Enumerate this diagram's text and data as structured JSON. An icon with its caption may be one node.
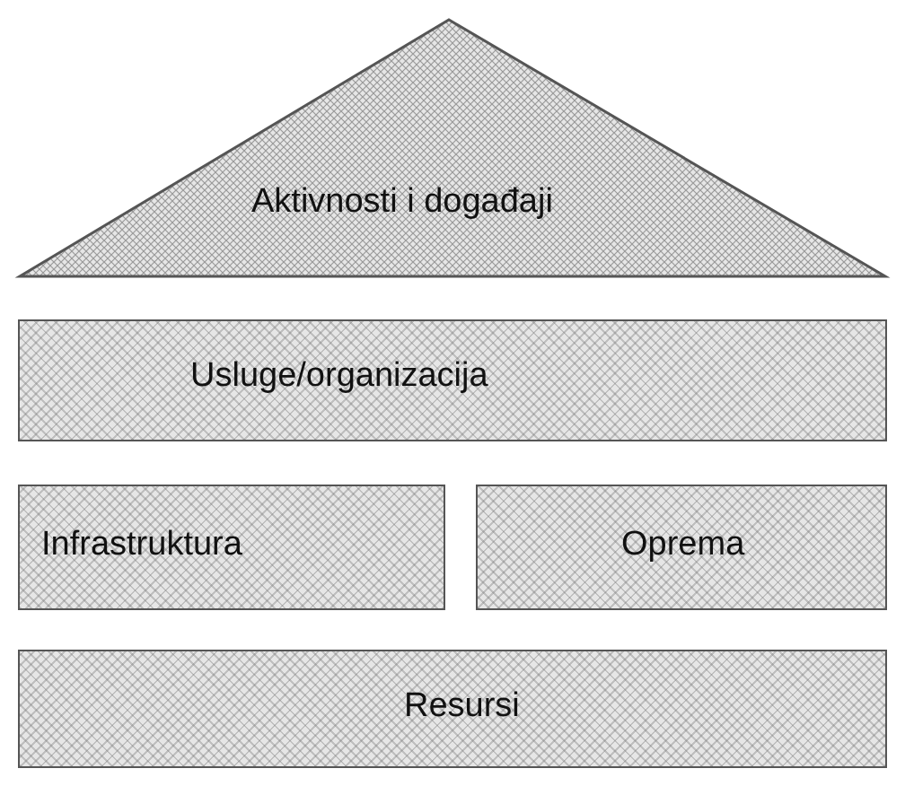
{
  "diagram": {
    "nodes": [
      {
        "text": [
          "Aktivnosti i događaji"
        ]
      },
      {
        "text": [
          "Usluge/organizacija"
        ]
      },
      {
        "text": [
          "Infrastruktura"
        ]
      },
      {
        "text": [
          "Oprema"
        ]
      },
      {
        "text": [
          "Resursi"
        ]
      }
    ]
  }
}
